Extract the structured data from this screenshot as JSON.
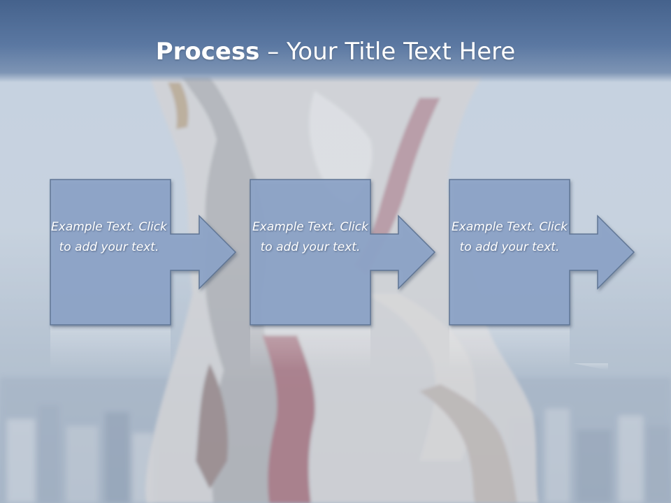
{
  "slide": {
    "title_bold": "Process",
    "title_rest": " – Your Title Text Here"
  },
  "steps": [
    {
      "text": "Example Text. Click  to add your text."
    },
    {
      "text": "Example Text. Click  to add your text."
    },
    {
      "text": "Example Text. Click  to add your text."
    }
  ],
  "colors": {
    "title_bar": "#4f6d97",
    "shape_fill": "#8ea5c8",
    "shape_border": "#5f7494",
    "text": "#ffffff"
  }
}
